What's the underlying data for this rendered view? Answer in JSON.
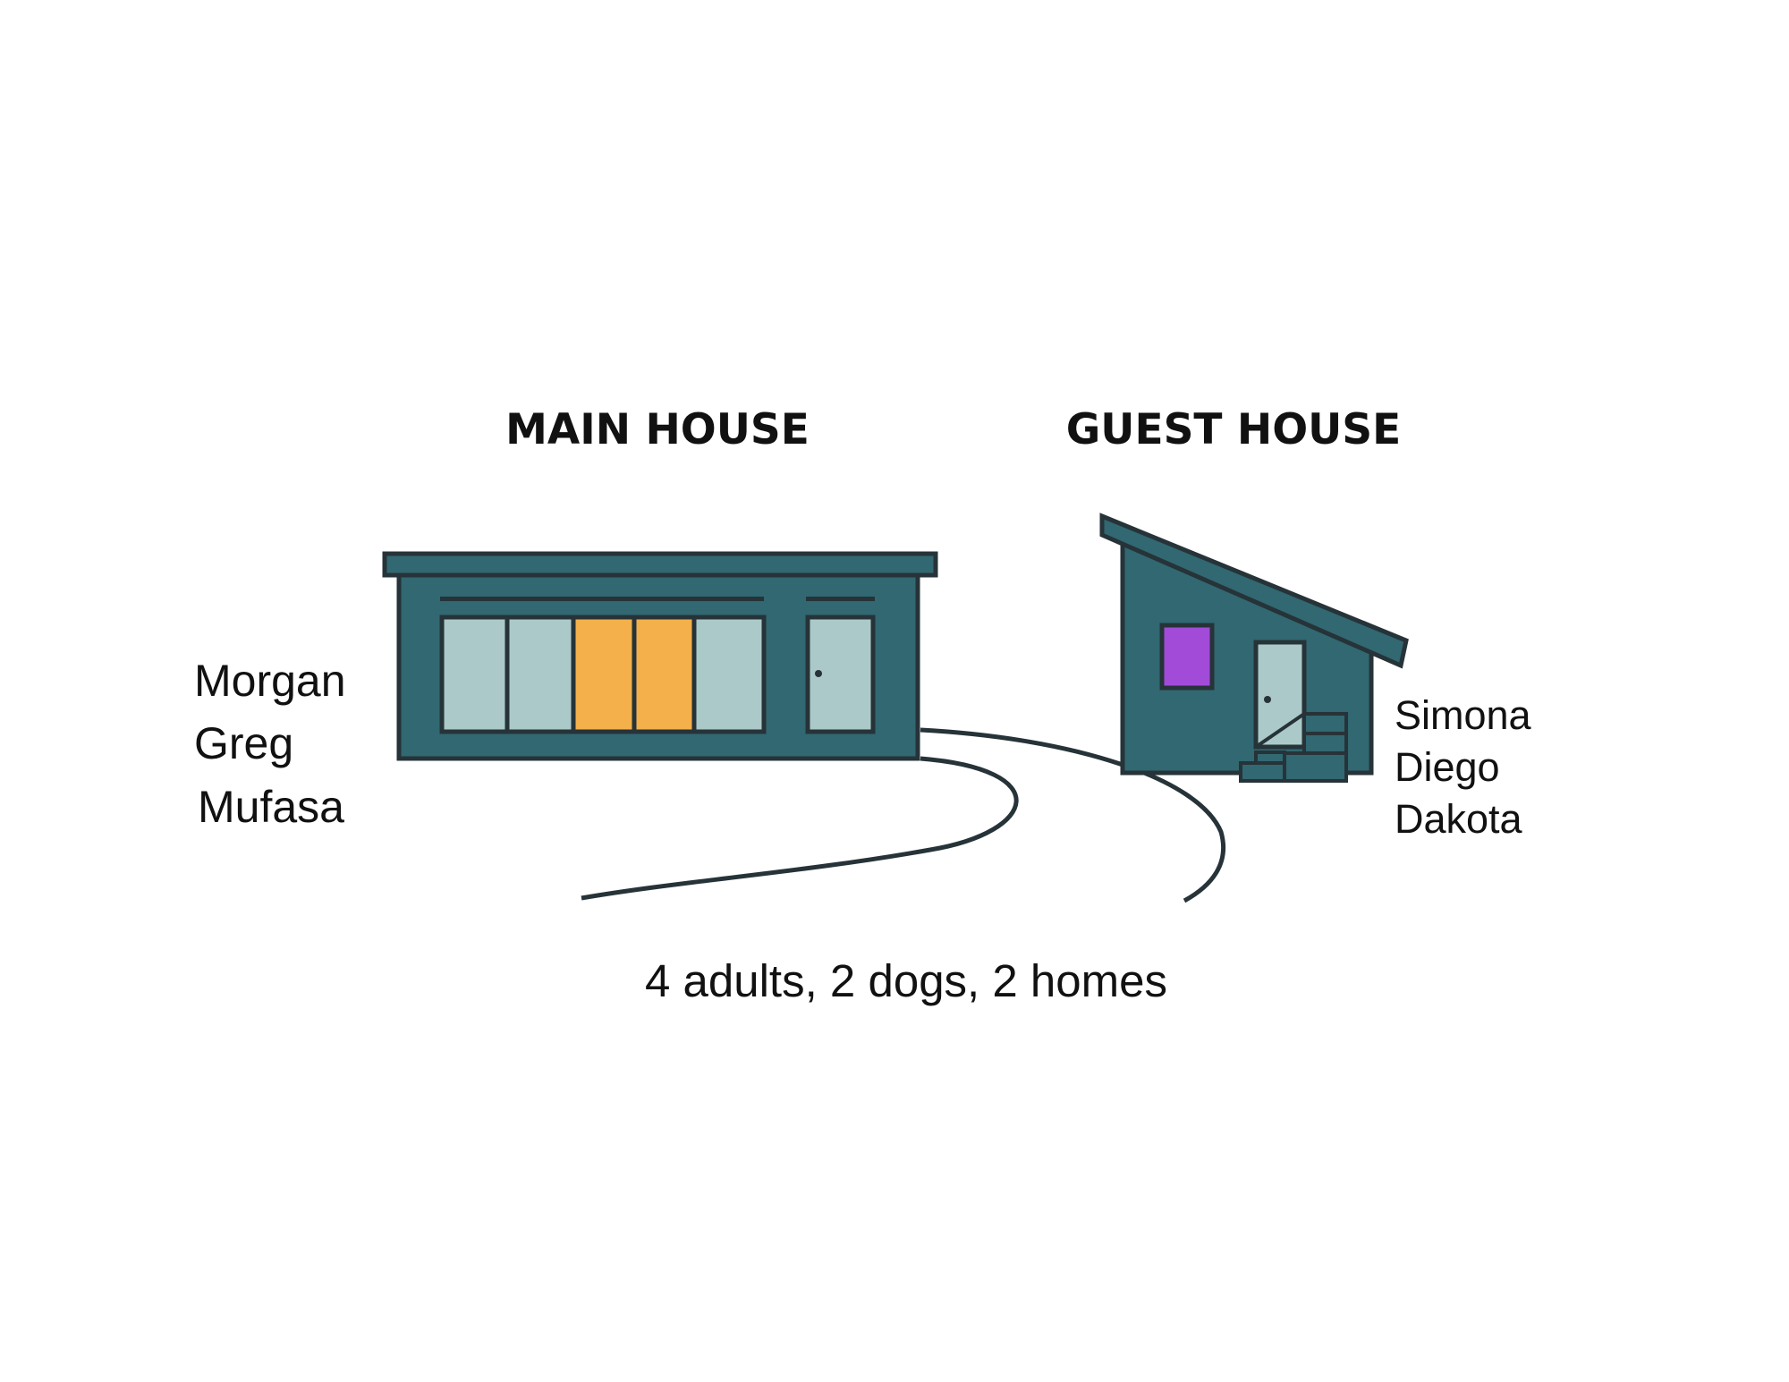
{
  "main_house": {
    "title": "MAIN HOUSE",
    "residents": [
      "Morgan",
      "Greg",
      "Mufasa"
    ]
  },
  "guest_house": {
    "title": "GUEST HOUSE",
    "residents": [
      "Simona",
      "Diego",
      "Dakota"
    ]
  },
  "caption": "4 adults, 2 dogs, 2 homes",
  "colors": {
    "wall": "#316872",
    "outline": "#263338",
    "glass": "#abc9c8",
    "lit_window": "#f4b04b",
    "purple_window": "#a24bd8"
  }
}
